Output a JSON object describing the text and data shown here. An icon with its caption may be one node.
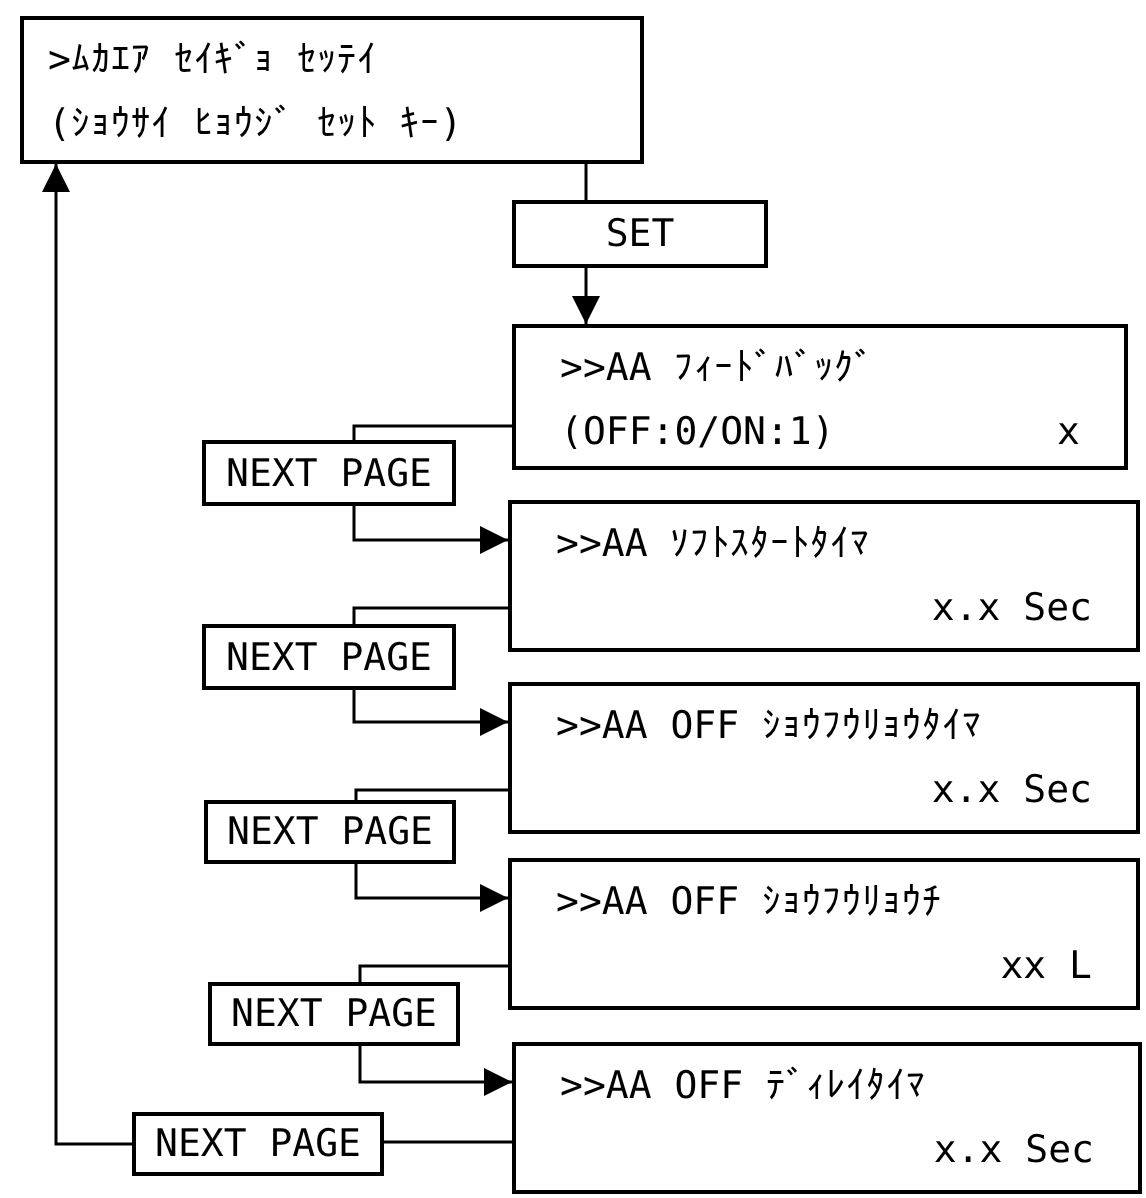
{
  "diagram": {
    "nodes": [
      {
        "text": [
          ">ﾑｶｴｱ ｾｲｷﾞｮ ｾｯﾃｲ",
          "(ｼｮｳｻｲ ﾋｮｳｼﾞ ｾｯﾄ ｷｰ)"
        ]
      },
      {
        "text": [
          "SET"
        ]
      },
      {
        "text": [
          ">>AA ﾌｨｰﾄﾞﾊﾞｯｸﾞ",
          "(OFF:0/ON:1)",
          "x"
        ]
      },
      {
        "text": [
          ">>AA ｿﾌﾄｽﾀｰﾄﾀｲﾏ",
          "x.x Sec"
        ]
      },
      {
        "text": [
          ">>AA OFF ｼｮｳﾌｳﾘｮｳﾀｲﾏ",
          "x.x Sec"
        ]
      },
      {
        "text": [
          ">>AA OFF ｼｮｳﾌｳﾘｮｳﾁ",
          "xx L"
        ]
      },
      {
        "text": [
          ">>AA OFF ﾃﾞｨﾚｲﾀｲﾏ",
          "x.x Sec"
        ]
      },
      {
        "text": [
          "NEXT PAGE"
        ]
      },
      {
        "text": [
          "NEXT PAGE"
        ]
      },
      {
        "text": [
          "NEXT PAGE"
        ]
      },
      {
        "text": [
          "NEXT PAGE"
        ]
      },
      {
        "text": [
          "NEXT PAGE"
        ]
      }
    ],
    "edges": [
      {
        "from": 0,
        "to": 1,
        "arrow": "none"
      },
      {
        "from": 1,
        "to": 2,
        "arrow": "to"
      },
      {
        "from": 2,
        "to": 7,
        "arrow": "none"
      },
      {
        "from": 7,
        "to": 3,
        "arrow": "to"
      },
      {
        "from": 3,
        "to": 8,
        "arrow": "none"
      },
      {
        "from": 8,
        "to": 4,
        "arrow": "to"
      },
      {
        "from": 4,
        "to": 9,
        "arrow": "none"
      },
      {
        "from": 9,
        "to": 5,
        "arrow": "to"
      },
      {
        "from": 5,
        "to": 10,
        "arrow": "none"
      },
      {
        "from": 10,
        "to": 6,
        "arrow": "to"
      },
      {
        "from": 6,
        "to": 11,
        "arrow": "none"
      },
      {
        "from": 11,
        "to": 0,
        "arrow": "to"
      }
    ]
  }
}
